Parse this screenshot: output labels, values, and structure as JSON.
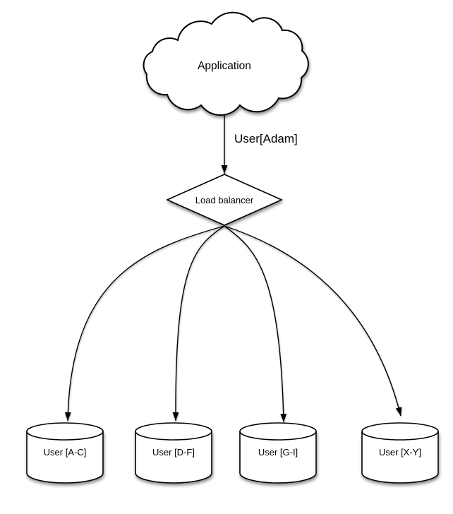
{
  "diagram": {
    "type": "architecture-flow",
    "background_color": "#ffffff",
    "stroke_color": "#000000",
    "node_fill_color": "#ffffff",
    "text_color": "#000000",
    "nodes": {
      "application": {
        "shape": "cloud",
        "label": "Application"
      },
      "load_balancer": {
        "shape": "diamond",
        "label": "Load balancer"
      },
      "shards": [
        {
          "shape": "cylinder",
          "label": "User [A-C]"
        },
        {
          "shape": "cylinder",
          "label": "User [D-F]"
        },
        {
          "shape": "cylinder",
          "label": "User [G-I]"
        },
        {
          "shape": "cylinder",
          "label": "User [X-Y]"
        }
      ]
    },
    "edges": {
      "app_to_lb": {
        "from": "Application",
        "to": "Load balancer",
        "label": "User[Adam]"
      },
      "lb_to_shards": [
        {
          "from": "Load balancer",
          "to": "User [A-C]"
        },
        {
          "from": "Load balancer",
          "to": "User [D-F]"
        },
        {
          "from": "Load balancer",
          "to": "User [G-I]"
        },
        {
          "from": "Load balancer",
          "to": "User [X-Y]"
        }
      ]
    }
  }
}
